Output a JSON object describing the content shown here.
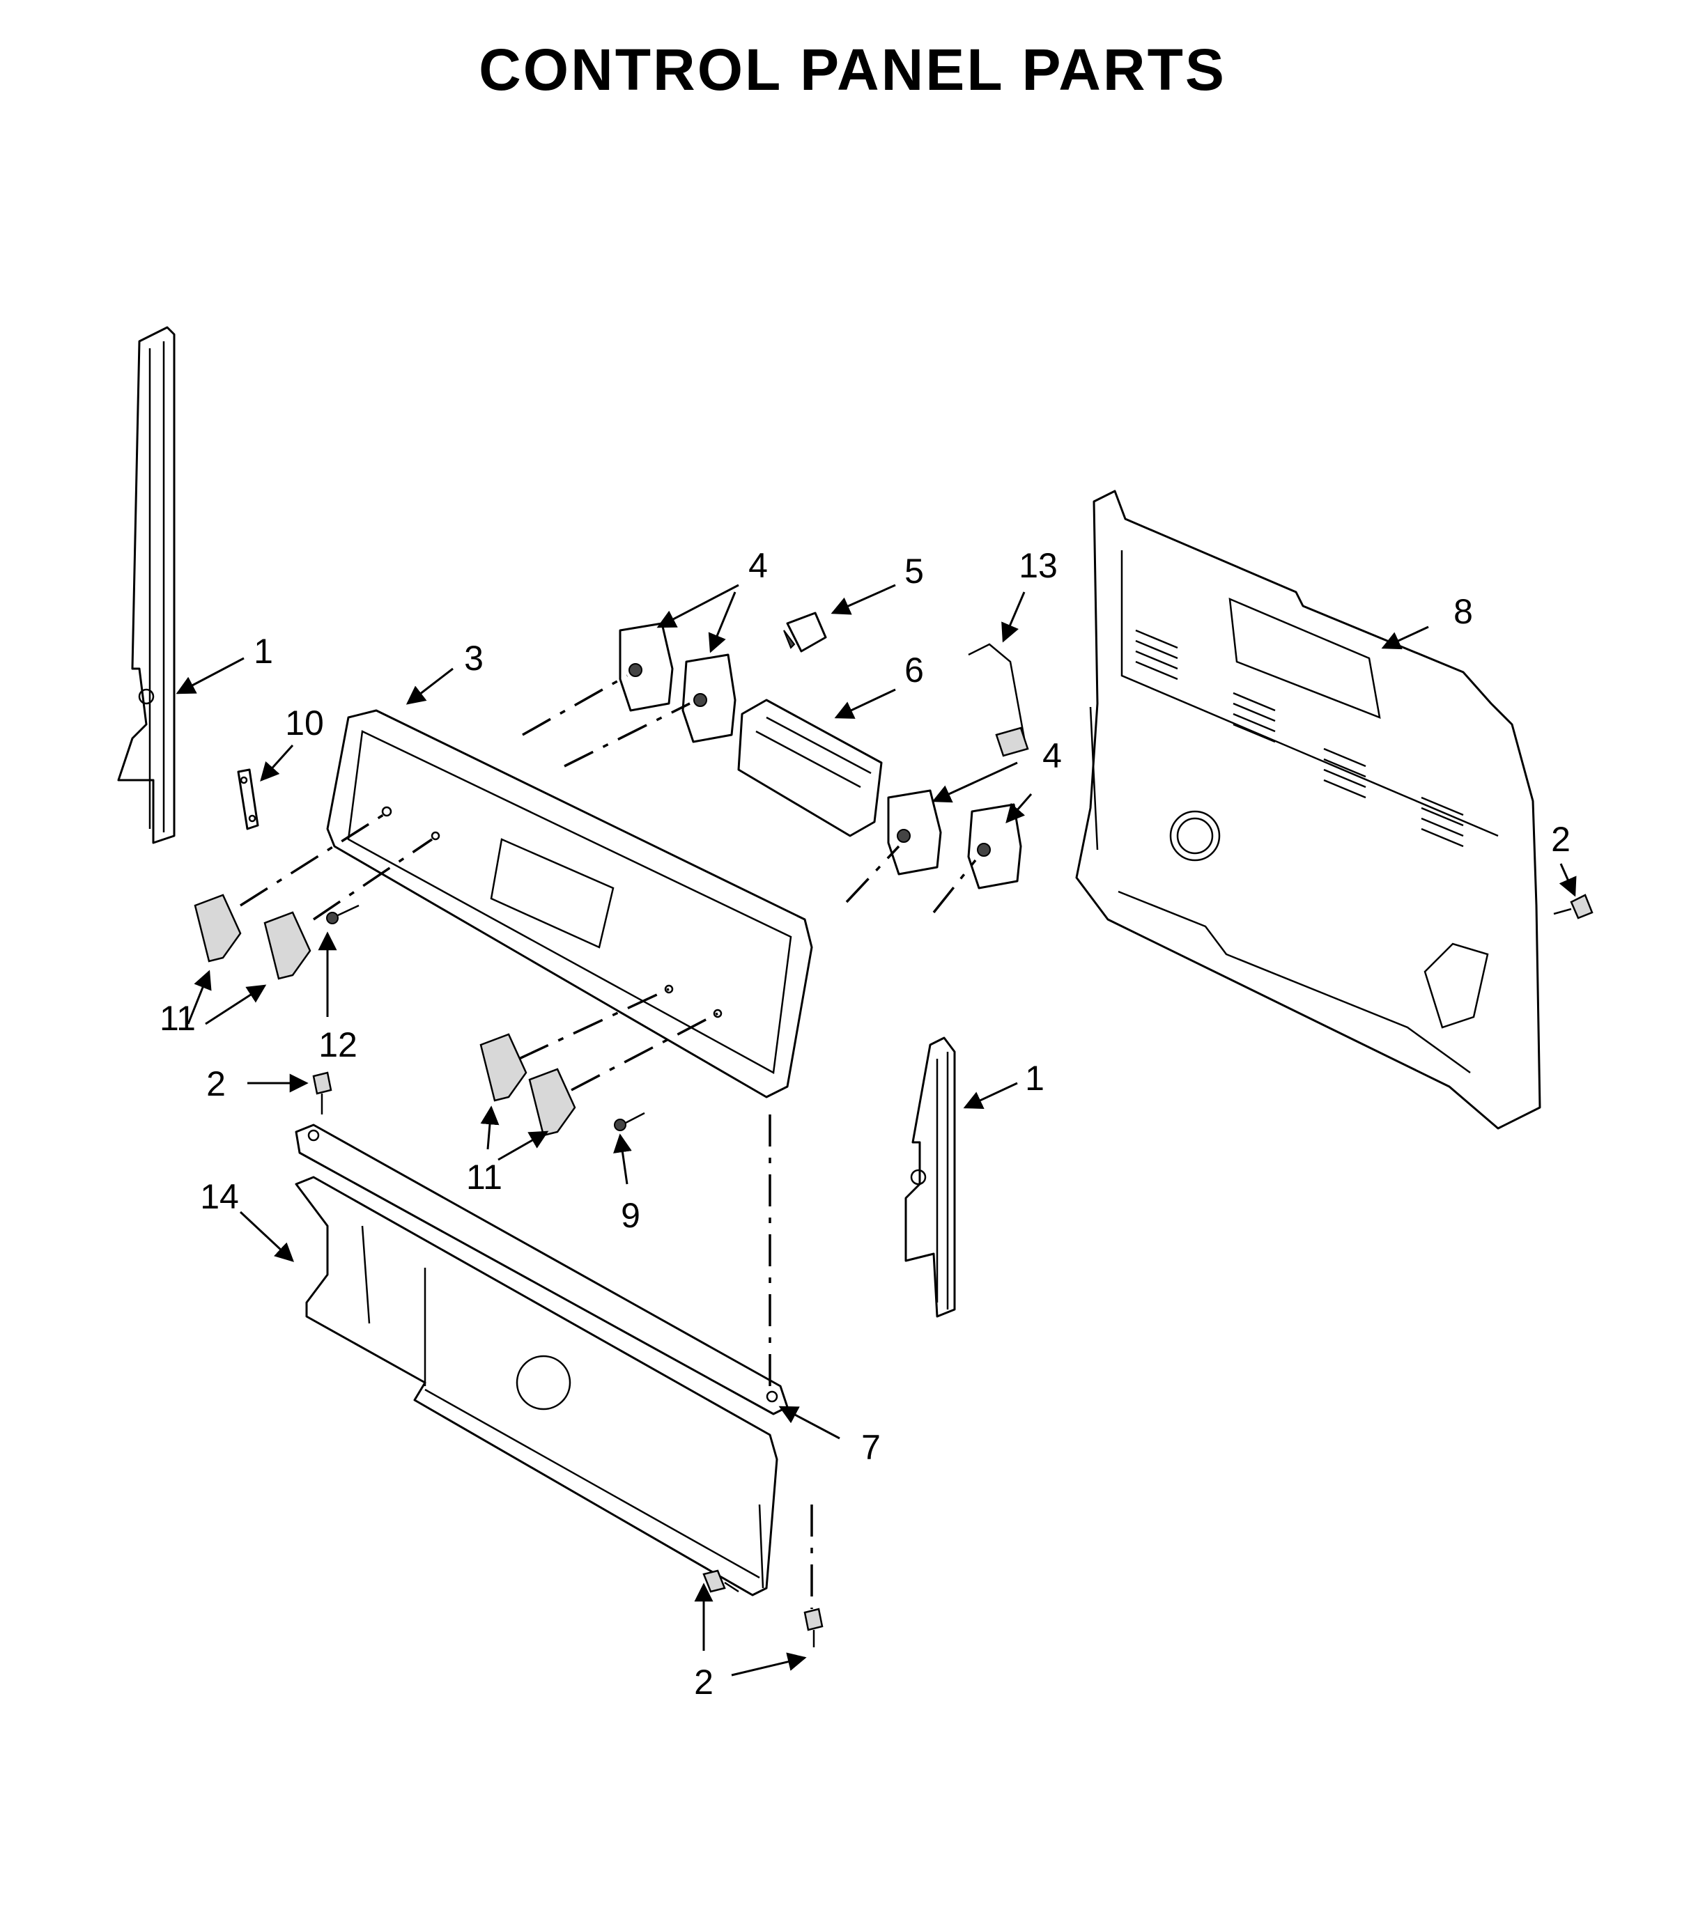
{
  "title": "CONTROL PANEL PARTS",
  "callouts": {
    "c1a": "1",
    "c1b": "1",
    "c2a": "2",
    "c2b": "2",
    "c2c": "2",
    "c3": "3",
    "c4a": "4",
    "c4b": "4",
    "c5": "5",
    "c6": "6",
    "c7": "7",
    "c8": "8",
    "c9": "9",
    "c10": "10",
    "c11a": "11",
    "c11b": "11",
    "c12": "12",
    "c13": "13",
    "c14": "14"
  }
}
